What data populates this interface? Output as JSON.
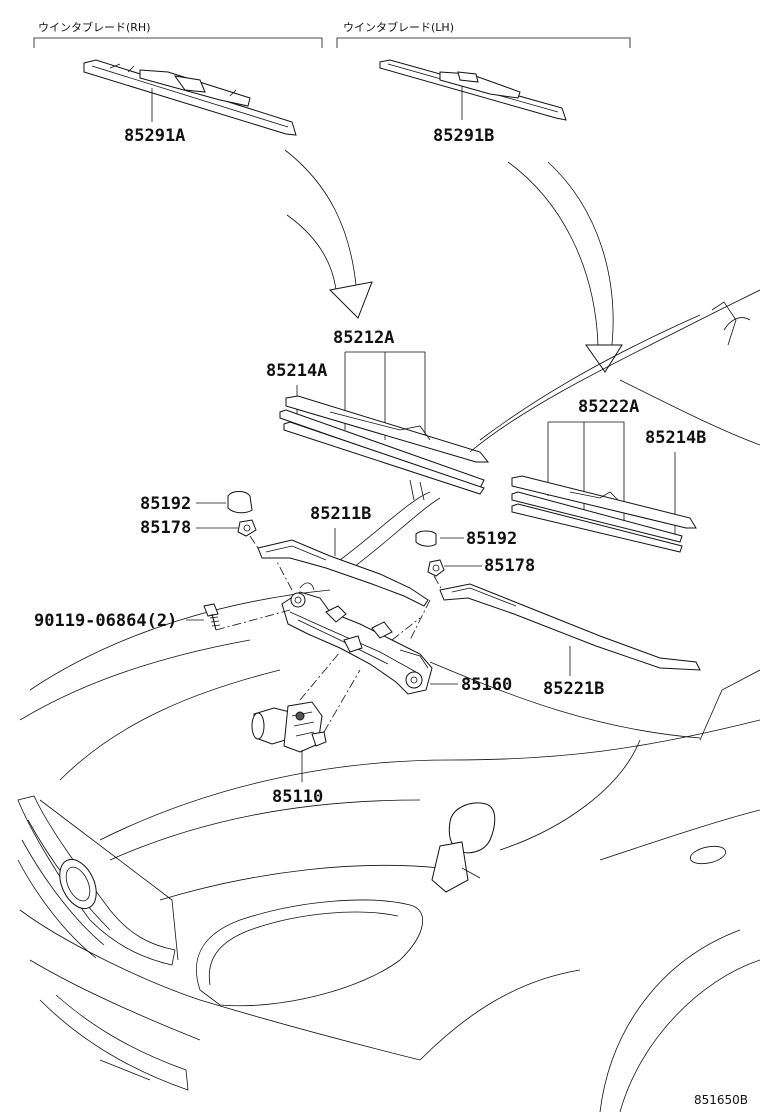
{
  "headers": {
    "rh": "ウインタブレード(RH)",
    "lh": "ウインタブレード(LH)"
  },
  "labels": {
    "blade_rh": "85291A",
    "blade_lh": "85291B",
    "rubber_rh": "85212A",
    "backing_rh": "85214A",
    "rubber_lh": "85222A",
    "backing_lh": "85214B",
    "cap_rh": "85192",
    "nut_rh": "85178",
    "arm_rh": "85211B",
    "cap_lh": "85192",
    "nut_lh": "85178",
    "bolt": "90119-06864(2)",
    "linkage": "85160",
    "arm_lh": "85221B",
    "motor": "85110"
  },
  "caption": "851650B"
}
